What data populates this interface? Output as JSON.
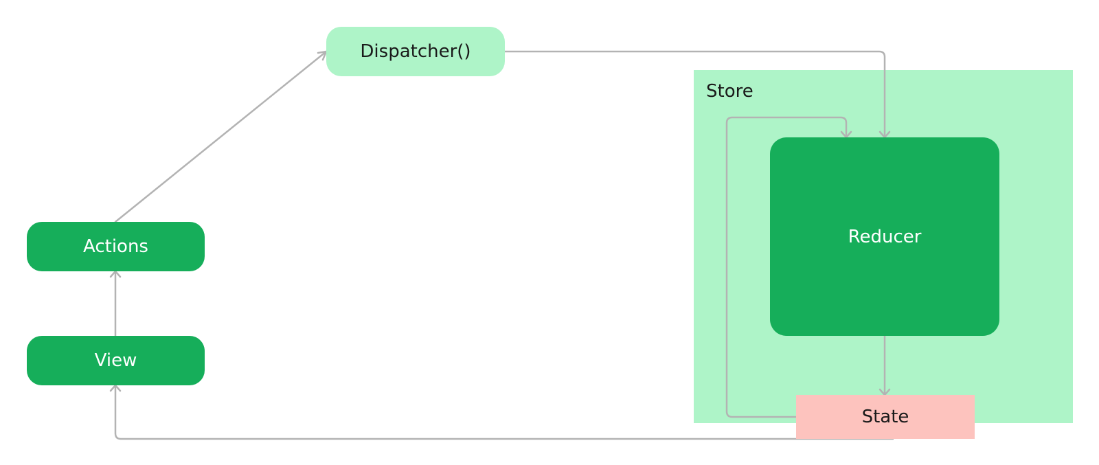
{
  "nodes": {
    "dispatcher": "Dispatcher()",
    "actions": "Actions",
    "view": "View",
    "store": "Store",
    "reducer": "Reducer",
    "state": "State"
  },
  "colors": {
    "primary_green": "#16ae5a",
    "light_green": "#aef4c8",
    "state_pink": "#fdc3be",
    "connector_gray": "#b3b3b3"
  }
}
